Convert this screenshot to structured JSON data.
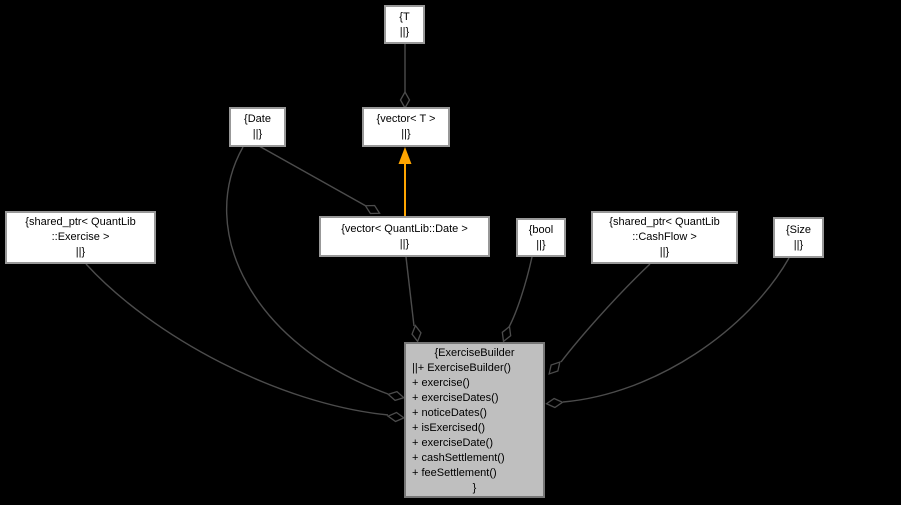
{
  "diagram": {
    "kind": "collaboration-graph",
    "colors": {
      "background": "#000000",
      "node_fill": "#ffffff",
      "node_border": "#989898",
      "main_node_fill": "#bfbfbf",
      "main_node_border": "#767676",
      "edge": "#4c4c4c",
      "template_edge": "#ffa500",
      "text": "#000000"
    },
    "nodes": {
      "t": {
        "label_lines": [
          "{T",
          "||}"
        ]
      },
      "date": {
        "label_lines": [
          "{Date",
          "||}"
        ]
      },
      "vector_t": {
        "label_lines": [
          "{vector< T >",
          "||}"
        ]
      },
      "shared_ptr_exercise": {
        "label_lines": [
          "{shared_ptr< QuantLib",
          "::Exercise >",
          "||}"
        ]
      },
      "vector_quantlib_date": {
        "label_lines": [
          "{vector< QuantLib::Date >",
          "||}"
        ]
      },
      "bool": {
        "label_lines": [
          "{bool",
          "||}"
        ]
      },
      "shared_ptr_cashflow": {
        "label_lines": [
          "{shared_ptr< QuantLib",
          "::CashFlow >",
          "||}"
        ]
      },
      "size": {
        "label_lines": [
          "{Size",
          "||}"
        ]
      },
      "exercise_builder": {
        "title": "{ExerciseBuilder",
        "members": [
          "||+ ExerciseBuilder()",
          "+ exercise()",
          "+ exerciseDates()",
          "+ noticeDates()",
          "+ isExercised()",
          "+ exerciseDate()",
          "+ cashSettlement()",
          "+ feeSettlement()"
        ],
        "closing": "}"
      }
    },
    "edges": [
      {
        "from": "T",
        "to": "vector< T >",
        "marker": "open-diamond"
      },
      {
        "from": "vector< T >",
        "to": "vector< QuantLib::Date >",
        "marker": "orange-arrow"
      },
      {
        "from": "Date",
        "to": "vector< QuantLib::Date >",
        "marker": "open-diamond"
      },
      {
        "from": "Date",
        "to": "ExerciseBuilder",
        "marker": "open-diamond"
      },
      {
        "from": "shared_ptr< QuantLib::Exercise >",
        "to": "ExerciseBuilder",
        "marker": "open-diamond"
      },
      {
        "from": "vector< QuantLib::Date >",
        "to": "ExerciseBuilder",
        "marker": "open-diamond"
      },
      {
        "from": "bool",
        "to": "ExerciseBuilder",
        "marker": "open-diamond"
      },
      {
        "from": "shared_ptr< QuantLib::CashFlow >",
        "to": "ExerciseBuilder",
        "marker": "open-diamond"
      },
      {
        "from": "Size",
        "to": "ExerciseBuilder",
        "marker": "open-diamond"
      }
    ]
  }
}
